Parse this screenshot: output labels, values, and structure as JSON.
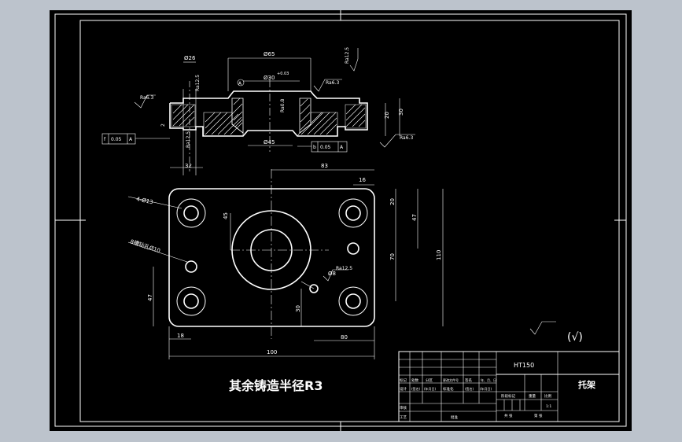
{
  "drawing": {
    "background_color": "#bcc3cc",
    "sheet_color": "#000000",
    "line_color": "#ffffff",
    "note": "其余铸造半径R3",
    "surface_symbol": "(√)"
  },
  "section_view": {
    "dims": {
      "d26": "Ø26",
      "d65": "Ø65",
      "d30": "Ø30",
      "d30_tol": "+0.03",
      "d45": "Ø45",
      "d32": "32",
      "h30": "30",
      "h20": "20",
      "h2": "2",
      "datum": "A",
      "ra6_3_left": "Ra6.3",
      "ra12_5_top": "Ra12.5",
      "ra12_5_bottom": "Ra12.5",
      "ra0_8": "Ra0.8",
      "ra6_3_mid": "Ra6.3",
      "ra12_5_right": "Ra12.5",
      "ra6_3_right": "Ra6.3"
    },
    "tol_left": {
      "symbol": "f",
      "value": "0.05",
      "datum": "A"
    },
    "tol_bottom": {
      "symbol": "b",
      "value": "0.05",
      "datum": "A"
    }
  },
  "plan_view": {
    "dims": {
      "w83": "83",
      "w16": "16",
      "d13": "4-Ø13",
      "d10": "8槽钻孔Ø10",
      "h45": "45",
      "h20": "20",
      "h47_right": "47",
      "h70": "70",
      "h110": "110",
      "d8": "Ø8",
      "ra12_5": "Ra12.5",
      "h47_left": "47",
      "h30": "30",
      "w18": "18",
      "w80": "80",
      "w100": "100"
    }
  },
  "title_block": {
    "material": "HT150",
    "part_name": "托架",
    "labels": {
      "mark": "标记",
      "count": "处数",
      "zone": "分区",
      "change_doc": "更改文件号",
      "sign": "签名",
      "date": "年、月、日",
      "design": "设计",
      "sign2": "(签名)",
      "date2": "(年月日)",
      "standardize": "标准化",
      "sign3": "(签名)",
      "date3": "(年月日)",
      "stage_mark": "阶段标记",
      "weight": "重量",
      "scale": "比例",
      "scale_value": "1:1",
      "review": "审核",
      "process": "工艺",
      "approve": "批准",
      "sheets": "共 张",
      "sheet": "第 张"
    }
  }
}
